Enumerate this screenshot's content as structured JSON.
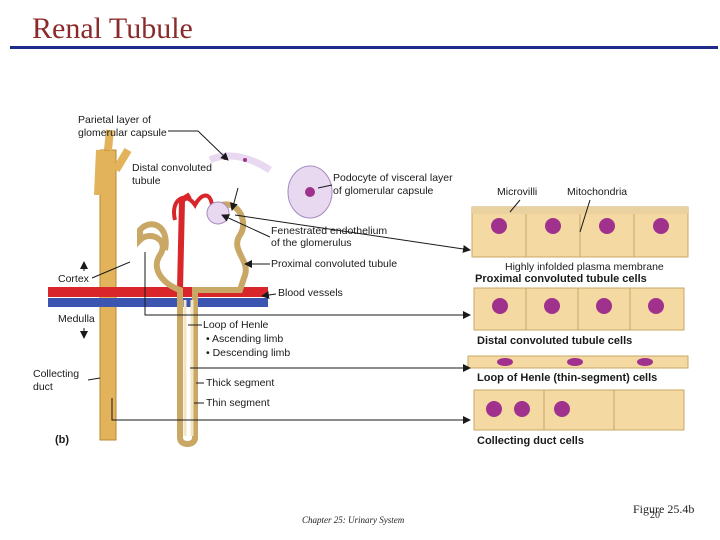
{
  "slide": {
    "title": "Renal Tubule",
    "footer": "Chapter 25: Urinary System",
    "figure_ref": "Figure 25.4b",
    "page_number": "20"
  },
  "diagram": {
    "panel_label": "(b)",
    "labels": {
      "parietal_1": "Parietal layer of",
      "parietal_2": "glomerular capsule",
      "distal_1": "Distal convoluted",
      "distal_2": "tubule",
      "podocyte_1": "Podocyte of visceral layer",
      "podocyte_2": "of glomerular capsule",
      "fenestrated_1": "Fenestrated endothelium",
      "fenestrated_2": "of the glomerulus",
      "proximal": "Proximal convoluted tubule",
      "blood_vessels": "Blood vessels",
      "loop_title": "Loop of Henle",
      "ascending": "• Ascending limb",
      "descending": "• Descending limb",
      "thick": "Thick segment",
      "thin": "Thin segment",
      "cortex": "Cortex",
      "medulla": "Medulla",
      "collecting_1": "Collecting",
      "collecting_2": "duct",
      "microvilli": "Microvilli",
      "mitochondria": "Mitochondria",
      "infolded": "Highly infolded plasma membrane"
    },
    "cell_titles": {
      "pct": "Proximal convoluted tubule cells",
      "dct": "Distal convoluted tubule cells",
      "loop": "Loop of Henle (thin-segment) cells",
      "cd": "Collecting duct cells"
    },
    "colors": {
      "tubule": "#f3e6c4",
      "tubule_outline": "#c9a866",
      "collecting_duct": "#e2b35a",
      "artery": "#d9262a",
      "vein": "#3c55b0",
      "cell": "#f4d9a2",
      "nucleus": "#a0328e",
      "arrow": "#1a1a1a"
    }
  }
}
